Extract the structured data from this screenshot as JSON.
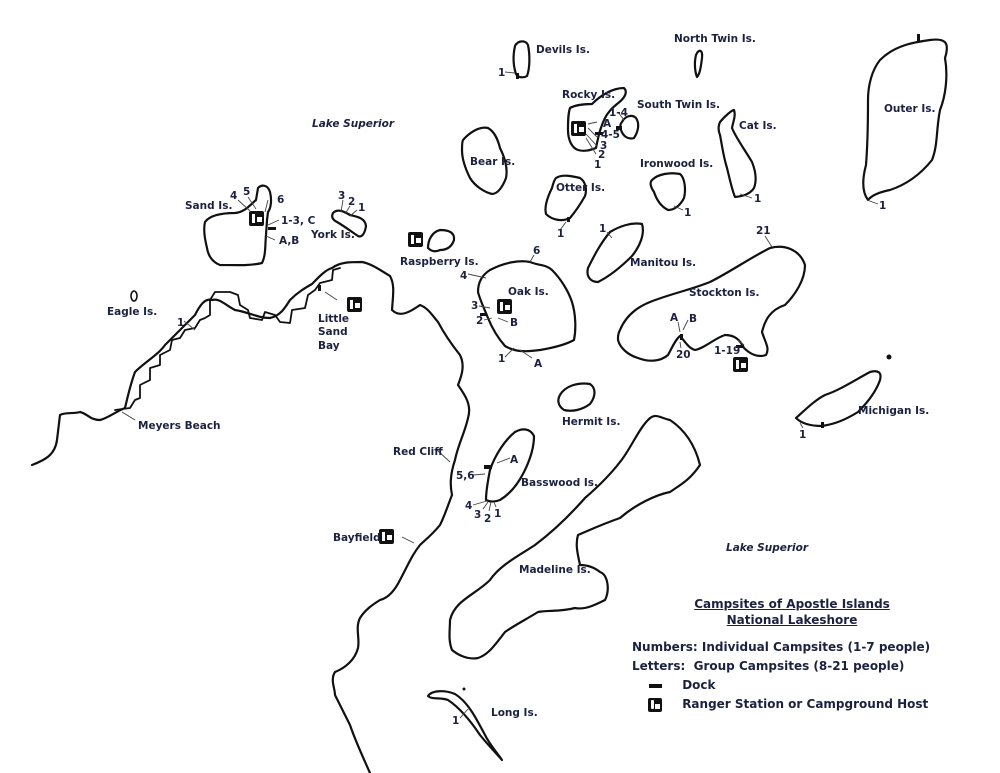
{
  "map": {
    "title_line1": "Campsites of Apostle Islands",
    "title_line2": "National Lakeshore",
    "water_labels": [
      "Lake Superior",
      "Lake Superior"
    ],
    "places": {
      "devils": "Devils Is.",
      "north_twin": "North Twin Is.",
      "outer": "Outer Is.",
      "rocky": "Rocky Is.",
      "south_twin": "South Twin Is.",
      "cat": "Cat Is.",
      "bear": "Bear Is.",
      "ironwood": "Ironwood Is.",
      "otter": "Otter Is.",
      "sand": "Sand Is.",
      "york": "York Is.",
      "raspberry": "Raspberry Is.",
      "manitou": "Manitou Is.",
      "oak": "Oak Is.",
      "stockton": "Stockton Is.",
      "eagle": "Eagle Is.",
      "little_sand_bay_1": "Little",
      "little_sand_bay_2": "Sand",
      "little_sand_bay_3": "Bay",
      "michigan": "Michigan Is.",
      "meyers_beach": "Meyers Beach",
      "hermit": "Hermit Is.",
      "red_cliff": "Red Cliff",
      "basswood": "Basswood Is.",
      "bayfield": "Bayfield",
      "madeline": "Madeline Is.",
      "long": "Long Is."
    },
    "campsites": {
      "devils": [
        "1"
      ],
      "rocky": [
        "1-4",
        "A",
        "4-5",
        "3",
        "2",
        "1"
      ],
      "cat": [
        "1"
      ],
      "ironwood": [
        "1"
      ],
      "outer": [
        "1"
      ],
      "otter": [
        "1"
      ],
      "sand": [
        "4",
        "5",
        "6",
        "1-3, C",
        "A,B"
      ],
      "york": [
        "3",
        "2",
        "1"
      ],
      "manitou": [
        "1"
      ],
      "stockton": [
        "21",
        "A",
        "B",
        "20",
        "1-19"
      ],
      "oak": [
        "6",
        "4",
        "3",
        "2",
        "B",
        "1",
        "A"
      ],
      "mainland": [
        "1"
      ],
      "michigan": [
        "1"
      ],
      "basswood": [
        "A",
        "5,6",
        "4",
        "3",
        "2",
        "1"
      ],
      "long": [
        "1"
      ]
    }
  },
  "legend": {
    "numbers_key": "Numbers:",
    "numbers_desc": "Individual Campsites (1-7 people)",
    "letters_key": "Letters:",
    "letters_desc": "Group Campsites (8-21 people)",
    "dock_label": "Dock",
    "ranger_label": "Ranger Station or Campground Host",
    "icons": {
      "dock": "dock-bar-icon",
      "ranger": "ranger-station-icon"
    }
  }
}
